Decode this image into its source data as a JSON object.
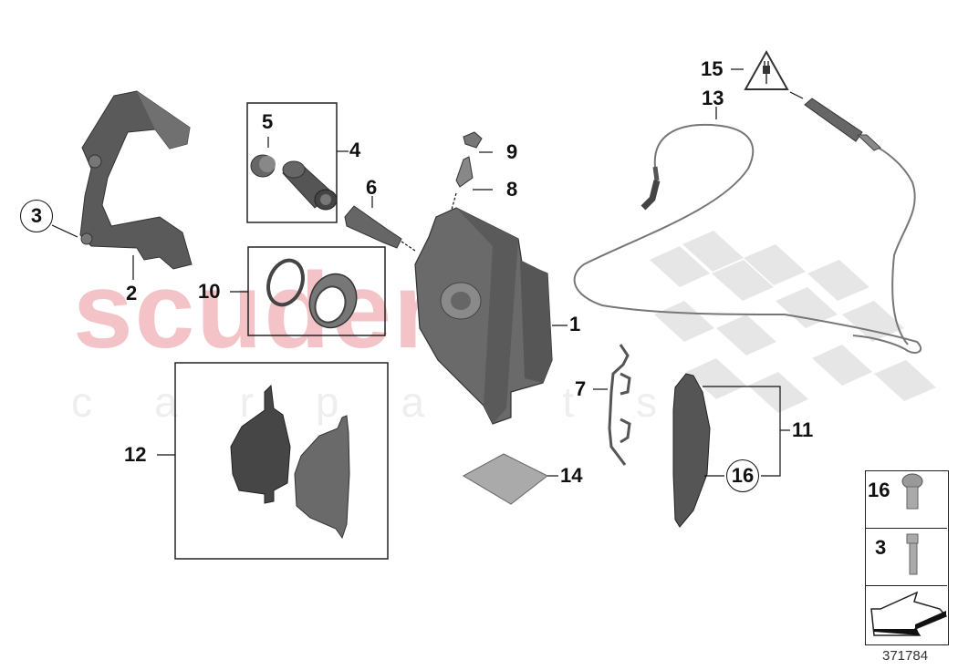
{
  "watermark": {
    "brand": "scuderia",
    "sub": "carparts"
  },
  "callouts": [
    {
      "id": "1",
      "label": "1"
    },
    {
      "id": "2",
      "label": "2"
    },
    {
      "id": "3",
      "label": "3"
    },
    {
      "id": "4",
      "label": "4"
    },
    {
      "id": "5",
      "label": "5"
    },
    {
      "id": "6",
      "label": "6"
    },
    {
      "id": "7",
      "label": "7"
    },
    {
      "id": "8",
      "label": "8"
    },
    {
      "id": "9",
      "label": "9"
    },
    {
      "id": "10",
      "label": "10"
    },
    {
      "id": "11",
      "label": "11"
    },
    {
      "id": "12",
      "label": "12"
    },
    {
      "id": "13",
      "label": "13"
    },
    {
      "id": "14",
      "label": "14"
    },
    {
      "id": "15",
      "label": "15"
    },
    {
      "id": "16",
      "label": "16"
    }
  ],
  "circled": {
    "c3": "3",
    "c16": "16"
  },
  "legend": {
    "row1": "16",
    "row2": "3"
  },
  "diagram_number": "371784",
  "colors": {
    "part_dark": "#4a4a4a",
    "part_mid": "#707070",
    "watermark_red": "#f3c3c7",
    "watermark_gray": "#e6e6e6"
  }
}
